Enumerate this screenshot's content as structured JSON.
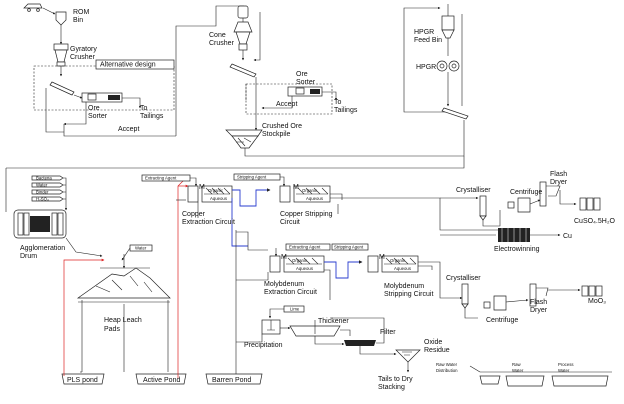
{
  "labels": {
    "rom_bin": "ROM\nBin",
    "gyratory_crusher": "Gyratory\nCrusher",
    "alternative_design": "Alternative design",
    "ore_sorter_1": "Ore\nSorter",
    "to_tailings_1": "To\nTailings",
    "accept_1": "Accept",
    "cone_crusher": "Cone\nCrusher",
    "ore_sorter_2": "Ore\nSorter",
    "accept_2": "Accept",
    "to_tailings_2": "To\nTailings",
    "crushed_ore_stockpile": "Crushed Ore\nStockpile",
    "hpgr_feed_bin": "HPGR\nFeed Bin",
    "hpgr": "HPGR",
    "bacteria": "Bacteria",
    "water_1": "Water",
    "binder": "Binder",
    "h2so4": "H₂SO₄",
    "agglomeration_drum": "Agglomeration\nDrum",
    "water_2": "Water",
    "heap_leach_pads": "Heap Leach\nPads",
    "pls_pond": "PLS pond",
    "active_pond": "Active Pond",
    "barren_pond": "Barren Pond",
    "extracting_agent_1": "Extracting Agent",
    "copper_extraction": "Copper\nExtraction Circuit",
    "stripping_agent_1": "Stripping Agent",
    "copper_stripping": "Copper Stripping\nCircuit",
    "organic": "Organic",
    "aqueous": "Aqueous",
    "m": "M",
    "crystalliser_1": "Crystalliser",
    "centrifuge_1": "Centrifuge",
    "flash_dryer_1": "Flash\nDryer",
    "cuso4": "CuSO₄.5H₂O",
    "electrowinning": "Electrowinning",
    "cu": "Cu",
    "extracting_agent_2": "Extracting Agent",
    "stripping_agent_2": "Stripping Agent",
    "moly_extraction": "Molybdenum\nExtraction Circuit",
    "moly_stripping": "Molybdenum\nStripping Circuit",
    "crystalliser_2": "Crystalliser",
    "centrifuge_2": "Centrifuge",
    "flash_dryer_2": "Flash\nDryer",
    "moo3": "MoO₃",
    "lime": "Lime",
    "thickener": "Thickener",
    "precipitation": "Precipitation",
    "filter": "Filter",
    "oxide_residue": "Oxide\nResidue",
    "tails_to_dry_stacking": "Tails to Dry\nStacking",
    "raw_water_distribution": "Raw Water\nDistribution",
    "raw_water": "Raw\nWater",
    "process_water": "Process\nWater"
  }
}
